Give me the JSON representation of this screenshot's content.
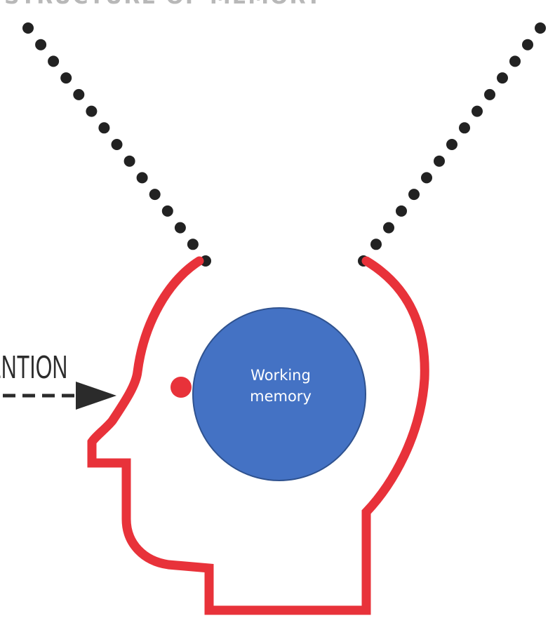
{
  "header": {
    "cut_title": "STRUCTURE OF MEMORY"
  },
  "diagram": {
    "input_label": "ATTENTION",
    "working_memory": {
      "line1": "Working",
      "line2": "memory"
    }
  },
  "colors": {
    "head_outline": "#e8323a",
    "dots": "#222222",
    "circle_fill": "#4472c4",
    "circle_stroke": "#2f528f",
    "arrow": "#2b2b2b"
  }
}
